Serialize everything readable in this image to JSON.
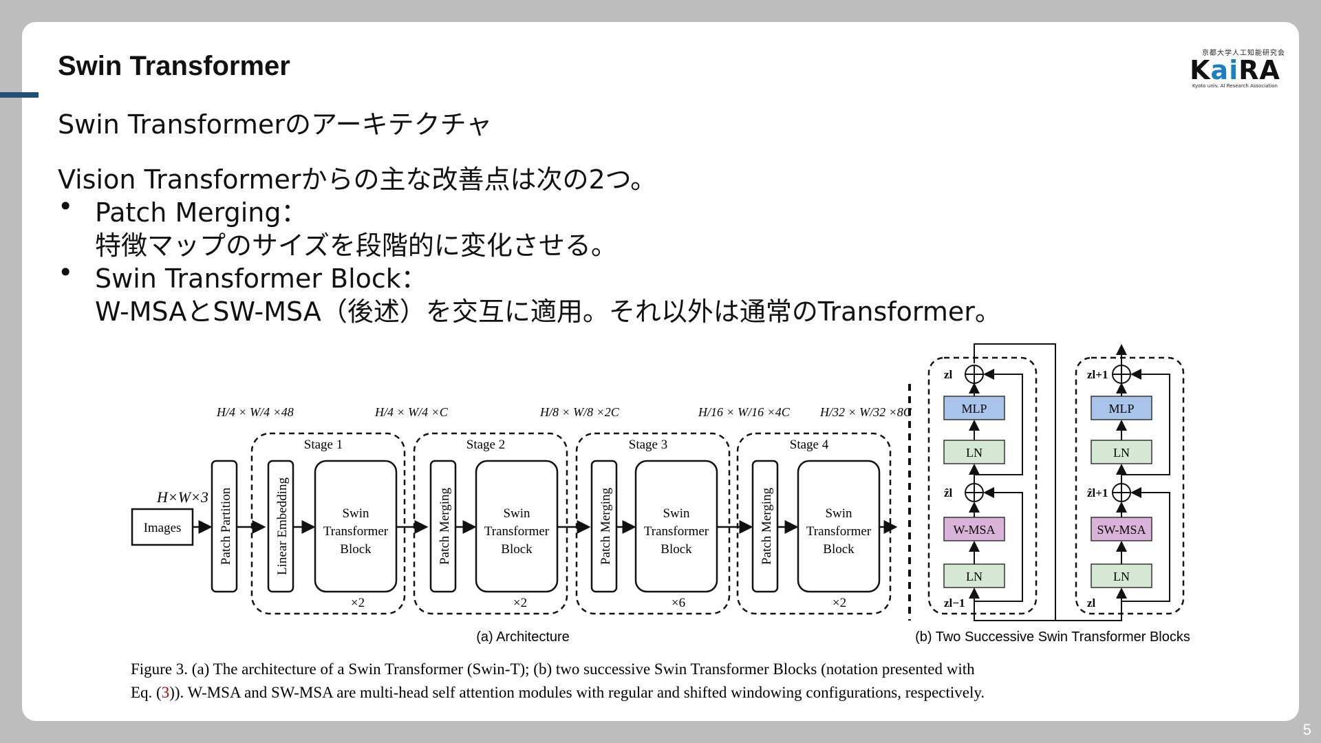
{
  "slide": {
    "title": "Swin Transformer",
    "subtitle": "Swin Transformerのアーキテクチャ",
    "intro": "Vision Transformerからの主な改善点は次の2つ。",
    "bullets": [
      {
        "head": "Patch Merging：",
        "detail": "特徴マップのサイズを段階的に変化させる。"
      },
      {
        "head": "Swin Transformer Block：",
        "detail": "W-MSAとSW-MSA（後述）を交互に適用。それ以外は通常のTransformer。"
      }
    ],
    "bullet_symbol": "•",
    "page_number": "5"
  },
  "logo": {
    "tagline": "京都大学人工知能研究会",
    "mark_left": "K",
    "mark_accent": "ai",
    "mark_right": "RA",
    "sub": "Kyoto univ. AI Research Association",
    "accent_color": "#1b7fc4"
  },
  "diagram": {
    "input_dim": "H×W×3",
    "input_label": "Images",
    "patch_partition": "Patch Partition",
    "linear_embedding": "Linear Embedding",
    "patch_merging": "Patch Merging",
    "block_label": [
      "Swin",
      "Transformer",
      "Block"
    ],
    "stages": [
      {
        "label": "Stage 1",
        "repeat": "×2",
        "dim": "H/4 × W/4 ×C"
      },
      {
        "label": "Stage 2",
        "repeat": "×2",
        "dim": "H/8 × W/8 ×2C"
      },
      {
        "label": "Stage 3",
        "repeat": "×6",
        "dim": "H/16 × W/16 ×4C"
      },
      {
        "label": "Stage 4",
        "repeat": "×2",
        "dim": "H/32 × W/32 ×8C"
      }
    ],
    "partition_dim": "H/4 × W/4 ×48",
    "caption_a": "(a) Architecture",
    "caption_b": "(b) Two Successive Swin Transformer Blocks",
    "block_a": {
      "mlp": "MLP",
      "ln1": "LN",
      "attn": "W-MSA",
      "ln2": "LN",
      "z_out": "zl",
      "z_hat": "ẑl",
      "z_in": "zl−1"
    },
    "block_b": {
      "mlp": "MLP",
      "ln1": "LN",
      "attn": "SW-MSA",
      "ln2": "LN",
      "z_out": "zl+1",
      "z_hat": "ẑl+1",
      "z_in": "zl"
    },
    "colors": {
      "mlp": "#a9c4eb",
      "ln": "#d5e8d4",
      "attn": "#d9b3d9"
    },
    "figure_caption_1": "Figure 3. (a) The architecture of a Swin Transformer (Swin-T); (b) two successive Swin Transformer Blocks (notation presented with",
    "figure_caption_2_pre": "Eq. (",
    "figure_caption_2_ref": "3",
    "figure_caption_2_post": ")). W-MSA and SW-MSA are multi-head self attention modules with regular and shifted windowing configurations, respectively."
  }
}
